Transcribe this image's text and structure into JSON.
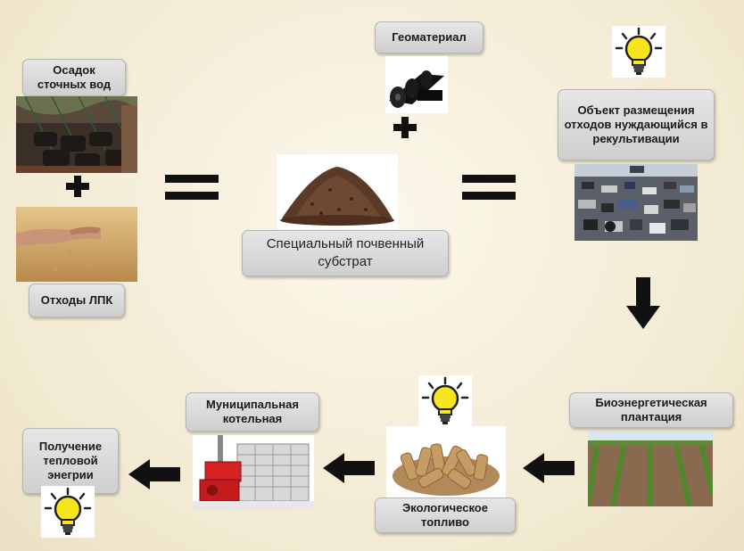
{
  "labels": {
    "sewage": "Осадок сточных вод",
    "lpk": "Отходы ЛПК",
    "geomaterial": "Геоматериал",
    "substrate": "Специальный почвенный субстрат",
    "object": "Объект размещения отходов нуждающийся в рекультивации",
    "plantation": "Биоэнергетическая плантация",
    "fuel": "Экологическое топливо",
    "boiler": "Муниципальная котельная",
    "heat": "Получение тепловой энегрии"
  },
  "icons": {
    "plus": "plus-icon",
    "equals": "equals-icon",
    "bulb": "lightbulb-icon",
    "arrow_left": "arrow-left-icon",
    "arrow_down": "arrow-down-icon"
  },
  "colors": {
    "background": "#f2ead2",
    "label_fill": "#d9d9d9",
    "bulb": "#f7e51e",
    "arrow": "#111111"
  }
}
